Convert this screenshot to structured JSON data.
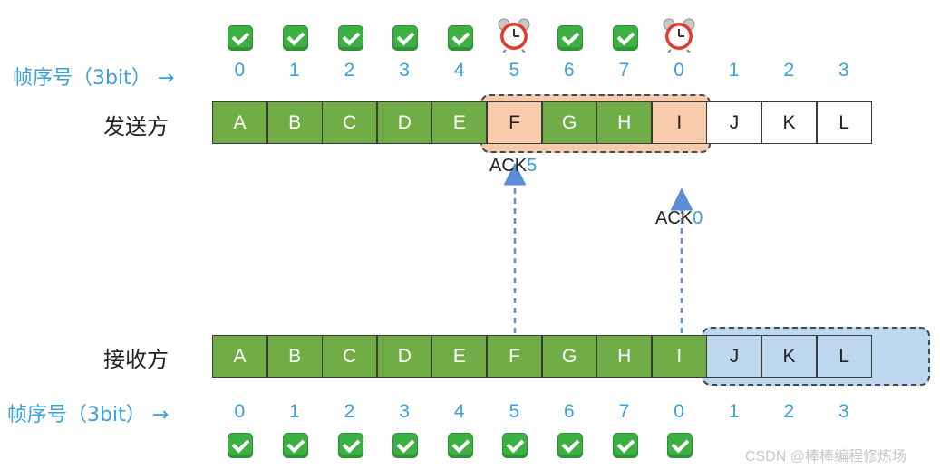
{
  "sender": {
    "label": "发送方",
    "seq_label": "帧序号（3bit）",
    "frames": [
      {
        "letter": "A",
        "state": "acked"
      },
      {
        "letter": "B",
        "state": "acked"
      },
      {
        "letter": "C",
        "state": "acked"
      },
      {
        "letter": "D",
        "state": "acked"
      },
      {
        "letter": "E",
        "state": "acked"
      },
      {
        "letter": "F",
        "state": "timer"
      },
      {
        "letter": "G",
        "state": "acked"
      },
      {
        "letter": "H",
        "state": "acked"
      },
      {
        "letter": "I",
        "state": "timer"
      },
      {
        "letter": "J",
        "state": "none"
      },
      {
        "letter": "K",
        "state": "none"
      },
      {
        "letter": "L",
        "state": "none"
      }
    ],
    "seq_numbers": [
      "0",
      "1",
      "2",
      "3",
      "4",
      "5",
      "6",
      "7",
      "0",
      "1",
      "2",
      "3"
    ]
  },
  "receiver": {
    "label": "接收方",
    "seq_label": "帧序号（3bit）",
    "frames": [
      {
        "letter": "A",
        "state": "acked"
      },
      {
        "letter": "B",
        "state": "acked"
      },
      {
        "letter": "C",
        "state": "acked"
      },
      {
        "letter": "D",
        "state": "acked"
      },
      {
        "letter": "E",
        "state": "acked"
      },
      {
        "letter": "F",
        "state": "acked"
      },
      {
        "letter": "G",
        "state": "acked"
      },
      {
        "letter": "H",
        "state": "acked"
      },
      {
        "letter": "I",
        "state": "acked"
      },
      {
        "letter": "J",
        "state": "none"
      },
      {
        "letter": "K",
        "state": "none"
      },
      {
        "letter": "L",
        "state": "none"
      }
    ],
    "seq_numbers": [
      "0",
      "1",
      "2",
      "3",
      "4",
      "5",
      "6",
      "7",
      "0",
      "1",
      "2",
      "3"
    ]
  },
  "acks": [
    {
      "prefix": "ACK",
      "num": "5"
    },
    {
      "prefix": "ACK",
      "num": "0"
    }
  ],
  "arrow": "→",
  "colors": {
    "acked_frame": "#70ad47",
    "sender_window": "#f8cbad",
    "receiver_window": "#bdd7ee",
    "seq_number": "#3b9fd8",
    "ack_arrow": "#5b8ed6"
  },
  "icons": {
    "acked": "checkmark-icon",
    "timer": "alarm-clock-icon"
  },
  "watermark": "CSDN @棒棒编程修炼场"
}
